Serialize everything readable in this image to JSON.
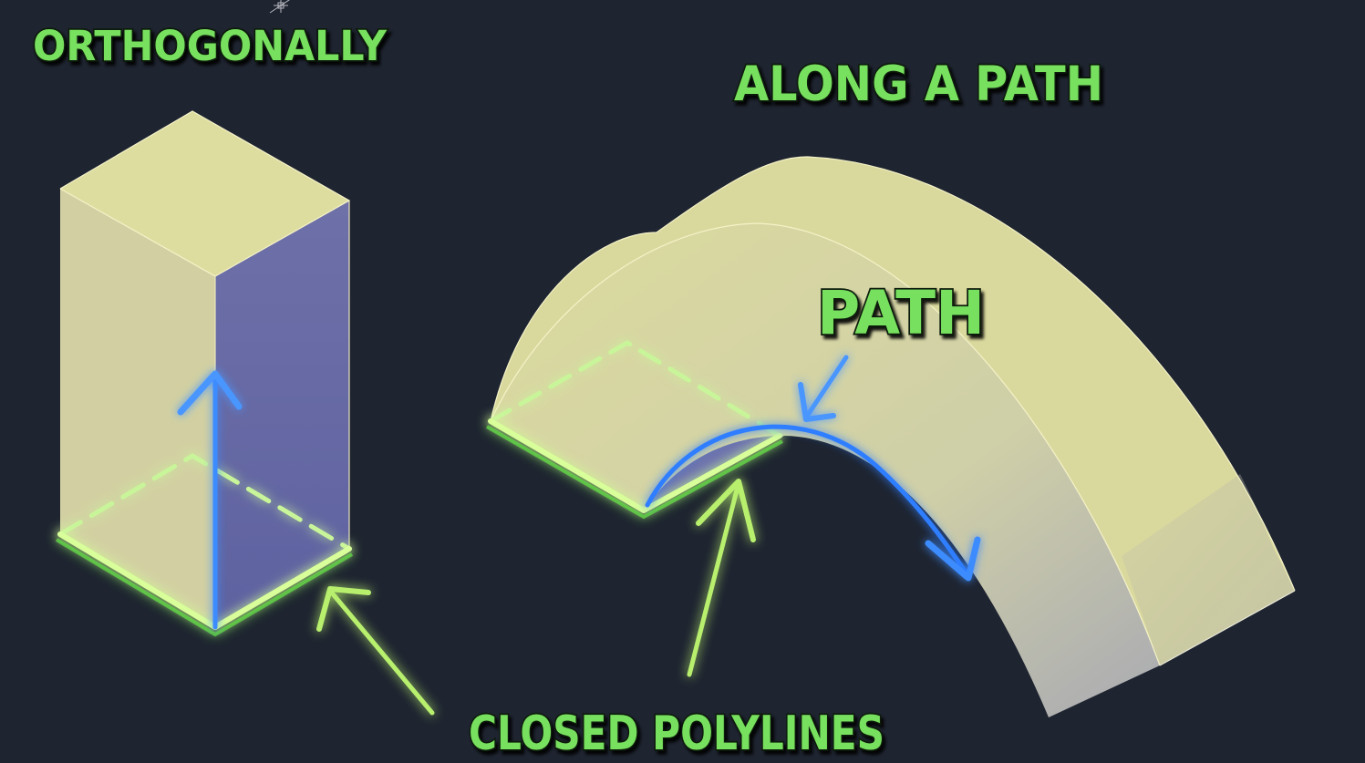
{
  "labels": {
    "orthogonally": "ORTHOGONALLY",
    "along_a_path": "ALONG A PATH",
    "path": "PATH",
    "closed_polylines": "CLOSED POLYLINES"
  },
  "colors": {
    "background": "#1e2430",
    "label_green": "#78e05f",
    "solid_top": "#dedda0",
    "solid_front": "#cdcba0",
    "solid_side": "#6b6fa6",
    "polyline_glow": "#6cff4a",
    "direction_blue": "#3d8cff"
  },
  "icons": {
    "extrude_direction": "arrow-up-icon",
    "pointer": "arrow-icon",
    "ucs": "ucs-crosshair-icon"
  }
}
